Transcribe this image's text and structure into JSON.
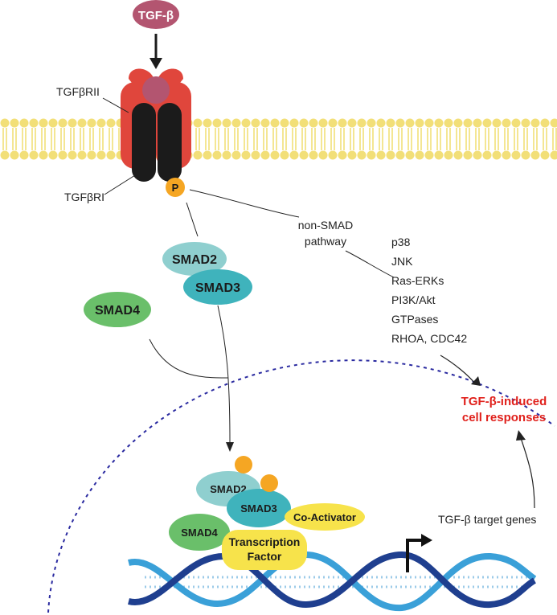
{
  "ligand": {
    "label": "TGF-β"
  },
  "receptors": {
    "type2": "TGFβRII",
    "type1": "TGFβRI",
    "phospho": "P"
  },
  "smads": {
    "smad2": "SMAD2",
    "smad3": "SMAD3",
    "smad4": "SMAD4"
  },
  "non_smad": {
    "label_line1": "non-SMAD",
    "label_line2": "pathway",
    "targets": [
      "p38",
      "JNK",
      "Ras-ERKs",
      "PI3K/Akt",
      "GTPases",
      "RHOA, CDC42"
    ]
  },
  "responses": {
    "line1": "TGF-β-induced",
    "line2": "cell responses"
  },
  "nucleus": {
    "smad2": "SMAD2",
    "smad3": "SMAD3",
    "smad4": "SMAD4",
    "coactivator": "Co-Activator",
    "tf_line1": "Transcription",
    "tf_line2": "Factor",
    "target_genes": "TGF-β target genes"
  },
  "colors": {
    "ligand": "#b35570",
    "receptor_outer": "#e0463c",
    "receptor_inner": "#1b1b1b",
    "membrane": "#f4e07a",
    "phospho": "#f5a623",
    "smad2": "#8fcfcf",
    "smad3": "#3fb3bc",
    "smad4": "#6abf6a",
    "highlight_red": "#e0201b",
    "dna_dark": "#1f3f8f",
    "dna_light": "#3aa0d8"
  }
}
